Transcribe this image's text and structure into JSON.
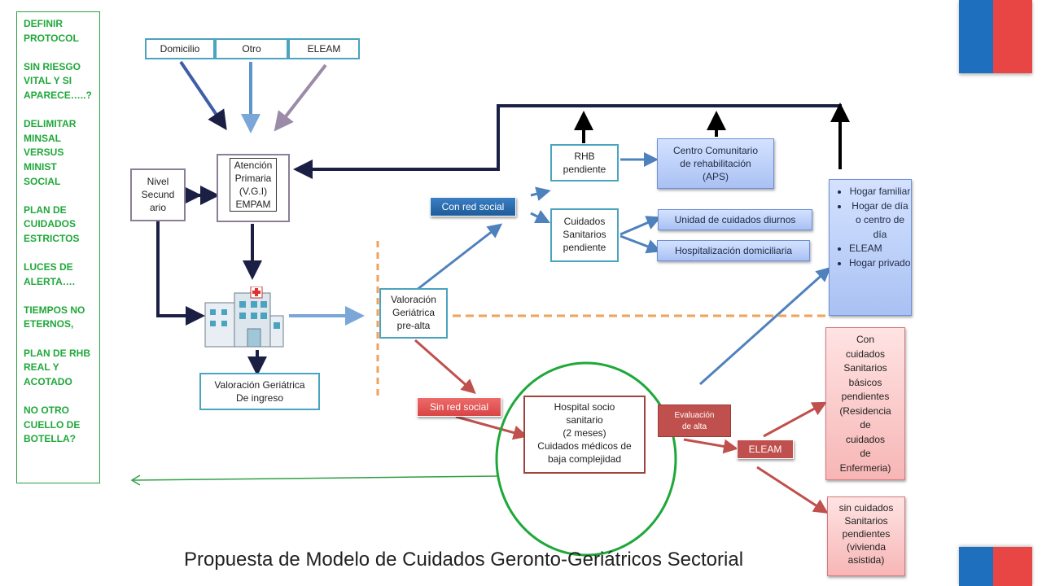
{
  "notes": {
    "lines": "DEFINIR\nPROTOCOL\n\nSIN RIESGO\nVITAL Y SI\nAPARECE…..?\n\n DELIMITAR\nMINSAL\nVERSUS\nMINIST\nSOCIAL\n\nPLAN DE\nCUIDADOS\nESTRICTOS\n\nLUCES DE\nALERTA….\n\nTIEMPOS NO\nETERNOS,\n\nPLAN DE RHB\nREAL Y\nACOTADO\n\nNO OTRO\nCUELLO DE\nBOTELLA?"
  },
  "sources": {
    "domicilio": "Domicilio",
    "otro": "Otro",
    "eleam": "ELEAM"
  },
  "nodes": {
    "atencion_primaria": "Atención\nPrimaria\n(V.G.I)\nEMPAM",
    "nivel_secundario": "Nivel\nSecund\nario",
    "valoracion_ingreso": "Valoración Geriátrica\nDe ingreso",
    "valoracion_prealta": "Valoración\nGeriátrica\npre-alta",
    "con_red_social": "Con red social",
    "sin_red_social": "Sin red social",
    "rhb_pendiente": "RHB\npendiente",
    "cuidados_pendiente": "Cuidados\nSanitarios\npendiente",
    "centro_comunitario": "Centro Comunitario\nde rehabilitación\n(APS)",
    "unidad_diurnos": "Unidad de cuidados diurnos",
    "hosp_domiciliaria": "Hospitalización domiciliaria",
    "hospital_socio": "Hospital socio\nsanitario\n(2 meses)\nCuidados médicos de\nbaja complejidad",
    "evaluacion_alta": "Evaluación\nde alta",
    "eleam_tag": "ELEAM",
    "con_cuidados": "Con\ncuidados\nSanitarios\nbásicos\npendientes\n(Residencia\nde\ncuidados\nde\nEnfermeria)",
    "sin_cuidados": "sin cuidados\nSanitarios\npendientes\n(vivienda\nasistida)"
  },
  "destinations": [
    "Hogar familiar",
    "Hogar de día o centro de día",
    "ELEAM",
    "Hogar privado"
  ],
  "footer": {
    "title": "Propuesta de Modelo de Cuidados Geronto-Geriátricos Sectorial"
  },
  "icons": {
    "hospital": "hospital-building-icon",
    "flag": "chile-flag-icon"
  },
  "colors": {
    "teal": "#4aa3bf",
    "navy": "#1b1f44",
    "blue_arrow": "#4f81bd",
    "red_arrow": "#c0504d",
    "green": "#1fa83a",
    "orange_dash": "#f0a25a"
  }
}
